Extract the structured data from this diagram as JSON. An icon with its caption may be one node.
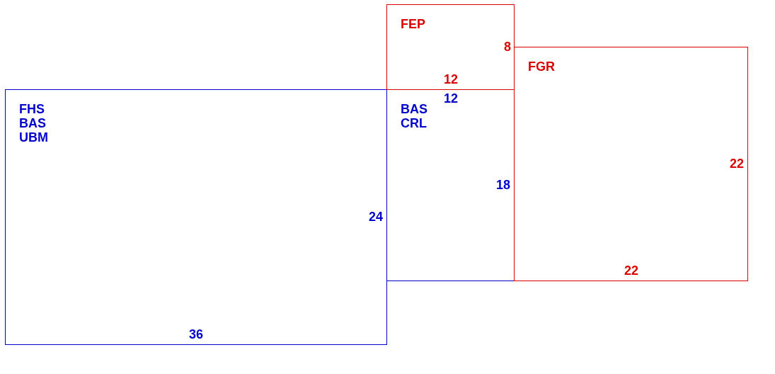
{
  "diagram": {
    "nodes": [
      {
        "text": [
          "FHS",
          "BAS",
          "UBM",
          "24",
          "36"
        ]
      },
      {
        "text": [
          "BAS",
          "CRL",
          "12",
          "18"
        ]
      },
      {
        "text": [
          "FEP",
          "8",
          "12"
        ]
      },
      {
        "text": [
          "FGR",
          "22",
          "22"
        ]
      }
    ]
  }
}
